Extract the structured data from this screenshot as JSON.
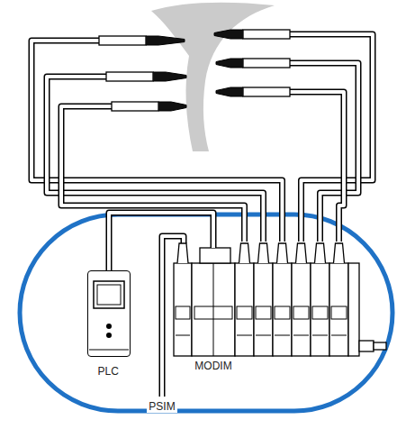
{
  "diagram": {
    "nodes": [
      {
        "text": [
          "PLC"
        ]
      },
      {
        "text": [
          "MODIM"
        ]
      }
    ],
    "edges": [
      {
        "from": 0,
        "to": 1,
        "arrow": "none"
      }
    ],
    "labels": [
      "PSIM"
    ]
  }
}
